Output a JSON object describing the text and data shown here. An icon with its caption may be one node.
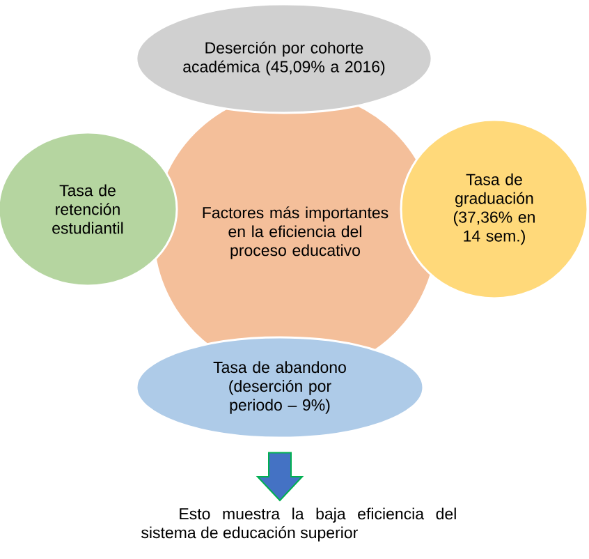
{
  "diagram": {
    "nodes": [
      {
        "text": [
          "Factores más importantes en la eficiencia del proceso educativo"
        ]
      },
      {
        "text": [
          "Deserción por cohorte académica (45,09% a 2016)"
        ]
      },
      {
        "text": [
          "Tasa de retención estudiantil"
        ]
      },
      {
        "text": [
          "Tasa de graduación (37,36% en 14 sem.)"
        ]
      },
      {
        "text": [
          "Tasa de abandono (deserción por periodo – 9%)"
        ]
      },
      {
        "text": [
          "Esto muestra la baja eficiencia del sistema de educación superior"
        ]
      }
    ],
    "edges": [
      {
        "from": 4,
        "to": 5,
        "arrow": "to"
      }
    ]
  }
}
